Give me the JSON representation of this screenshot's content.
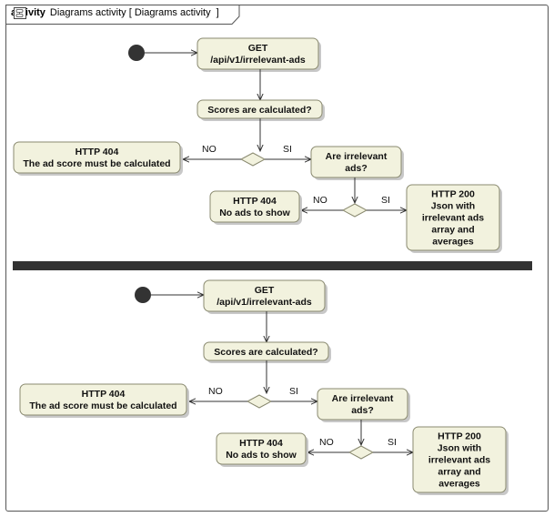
{
  "frame": {
    "kind": "activity",
    "title_prefix": "Diagrams activity [",
    "title_link": "Diagrams activity",
    "title_suffix": "]",
    "icon": "activity-diagram-icon"
  },
  "colors": {
    "node_fill": "#f2f2de",
    "node_border": "#8a8a70",
    "shadow": "#c8c8c8",
    "line": "#333333",
    "initial_node": "#333333",
    "separator": "#333333"
  },
  "diagrams": [
    {
      "start": "start-node",
      "get": [
        "GET",
        "/api/v1/irrelevant-ads"
      ],
      "scores": "Scores are calculated?",
      "no1": "NO",
      "si1": "SI",
      "err404a": [
        "HTTP 404",
        "The ad score must be calculated"
      ],
      "irrelevant": [
        "Are irrelevant",
        "ads?"
      ],
      "no2": "NO",
      "si2": "SI",
      "err404b": [
        "HTTP 404",
        "No ads to show"
      ],
      "ok200": [
        "HTTP 200",
        "Json with",
        "irrelevant ads",
        "array and",
        "averages"
      ]
    },
    {
      "start": "start-node",
      "get": [
        "GET",
        "/api/v1/irrelevant-ads"
      ],
      "scores": "Scores are calculated?",
      "no1": "NO",
      "si1": "SI",
      "err404a": [
        "HTTP 404",
        "The ad score must be calculated"
      ],
      "irrelevant": [
        "Are irrelevant",
        "ads?"
      ],
      "no2": "NO",
      "si2": "SI",
      "err404b": [
        "HTTP 404",
        "No ads to show"
      ],
      "ok200": [
        "HTTP 200",
        "Json with",
        "irrelevant ads",
        "array and",
        "averages"
      ]
    }
  ]
}
